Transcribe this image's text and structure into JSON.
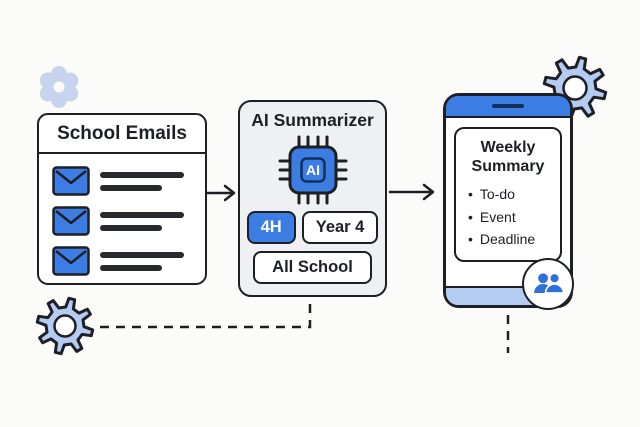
{
  "canvas": {
    "background": "#fbfbf9"
  },
  "colors": {
    "bg": "#fbfbf9",
    "ink": "#1d1f24",
    "blue": "#3c7de3",
    "navy": "#13305c",
    "lightblue": "#b4cbf2",
    "paleblue": "#c6d4ee",
    "panelbg": "#eef0f4",
    "bar": "#28292c",
    "people": "#2e6fd9"
  },
  "email_panel": {
    "title": "School Emails",
    "row_count": 3,
    "row_icon": "envelope-icon"
  },
  "summarizer_panel": {
    "title": "AI Summarizer",
    "chip_label": "AI",
    "chip_icon": "ai-chip-icon",
    "tags": [
      {
        "label": "4H",
        "style": "filled"
      },
      {
        "label": "Year 4",
        "style": "outline"
      },
      {
        "label": "All School",
        "style": "outline"
      }
    ]
  },
  "phone_panel": {
    "card_title": "Weekly Summary",
    "bullets": [
      "To-do",
      "Event",
      "Deadline"
    ],
    "badge_icon": "users-icon"
  },
  "decorations": [
    "asterisk-icon",
    "gear-icon",
    "gear-icon"
  ],
  "connectors": {
    "arrow_1": "emails-to-summarizer",
    "arrow_2": "summarizer-to-phone",
    "dashed_1": "gear-to-summarizer",
    "dashed_2": "phone-output"
  }
}
